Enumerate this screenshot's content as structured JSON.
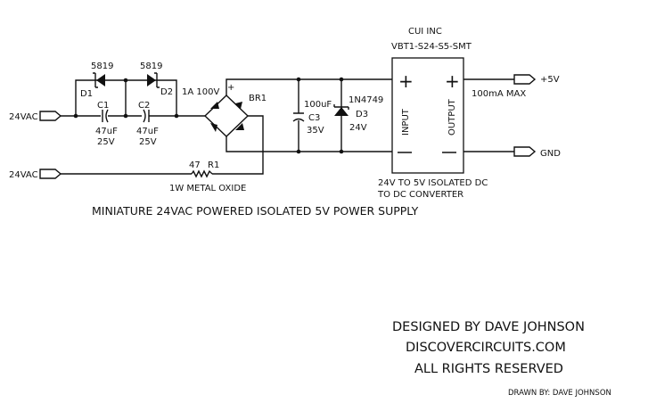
{
  "title": "MINIATURE 24VAC POWERED ISOLATED 5V POWER SUPPLY",
  "watermark": [
    "DiscoverCircuits.com",
    "ALL Rights Reserved"
  ],
  "inputs": [
    {
      "label": "24VAC"
    },
    {
      "label": "24VAC"
    }
  ],
  "outputs": [
    {
      "label": "+5V"
    },
    {
      "label": "GND"
    }
  ],
  "components": {
    "d1": {
      "ref": "D1",
      "part": "5819"
    },
    "d2": {
      "ref": "D2",
      "part": "5819"
    },
    "c1": {
      "ref": "C1",
      "value": "47uF",
      "voltage": "25V"
    },
    "c2": {
      "ref": "C2",
      "value": "47uF",
      "voltage": "25V"
    },
    "br1": {
      "ref": "BR1",
      "rating": "1A 100V",
      "plus": "+"
    },
    "r1": {
      "ref": "R1",
      "value": "47",
      "type": "1W METAL OXIDE"
    },
    "c3": {
      "ref": "C3",
      "value": "100uF",
      "voltage": "35V"
    },
    "d3": {
      "ref": "D3",
      "part": "1N4749",
      "voltage": "24V"
    },
    "converter": {
      "maker": "CUI INC",
      "part": "VBT1-S24-S5-SMT",
      "input_label": "INPUT",
      "output_label": "OUTPUT",
      "plus": "+",
      "minus": "—",
      "desc1": "24V TO 5V ISOLATED DC",
      "desc2": "TO DC CONVERTER"
    },
    "output_note": "100mA MAX"
  },
  "credits": {
    "line1": "DESIGNED BY DAVE JOHNSON",
    "line2": "DISCOVERCIRCUITS.COM",
    "line3": "ALL RIGHTS RESERVED",
    "drawn_by": "DRAWN BY:  DAVE JOHNSON"
  }
}
